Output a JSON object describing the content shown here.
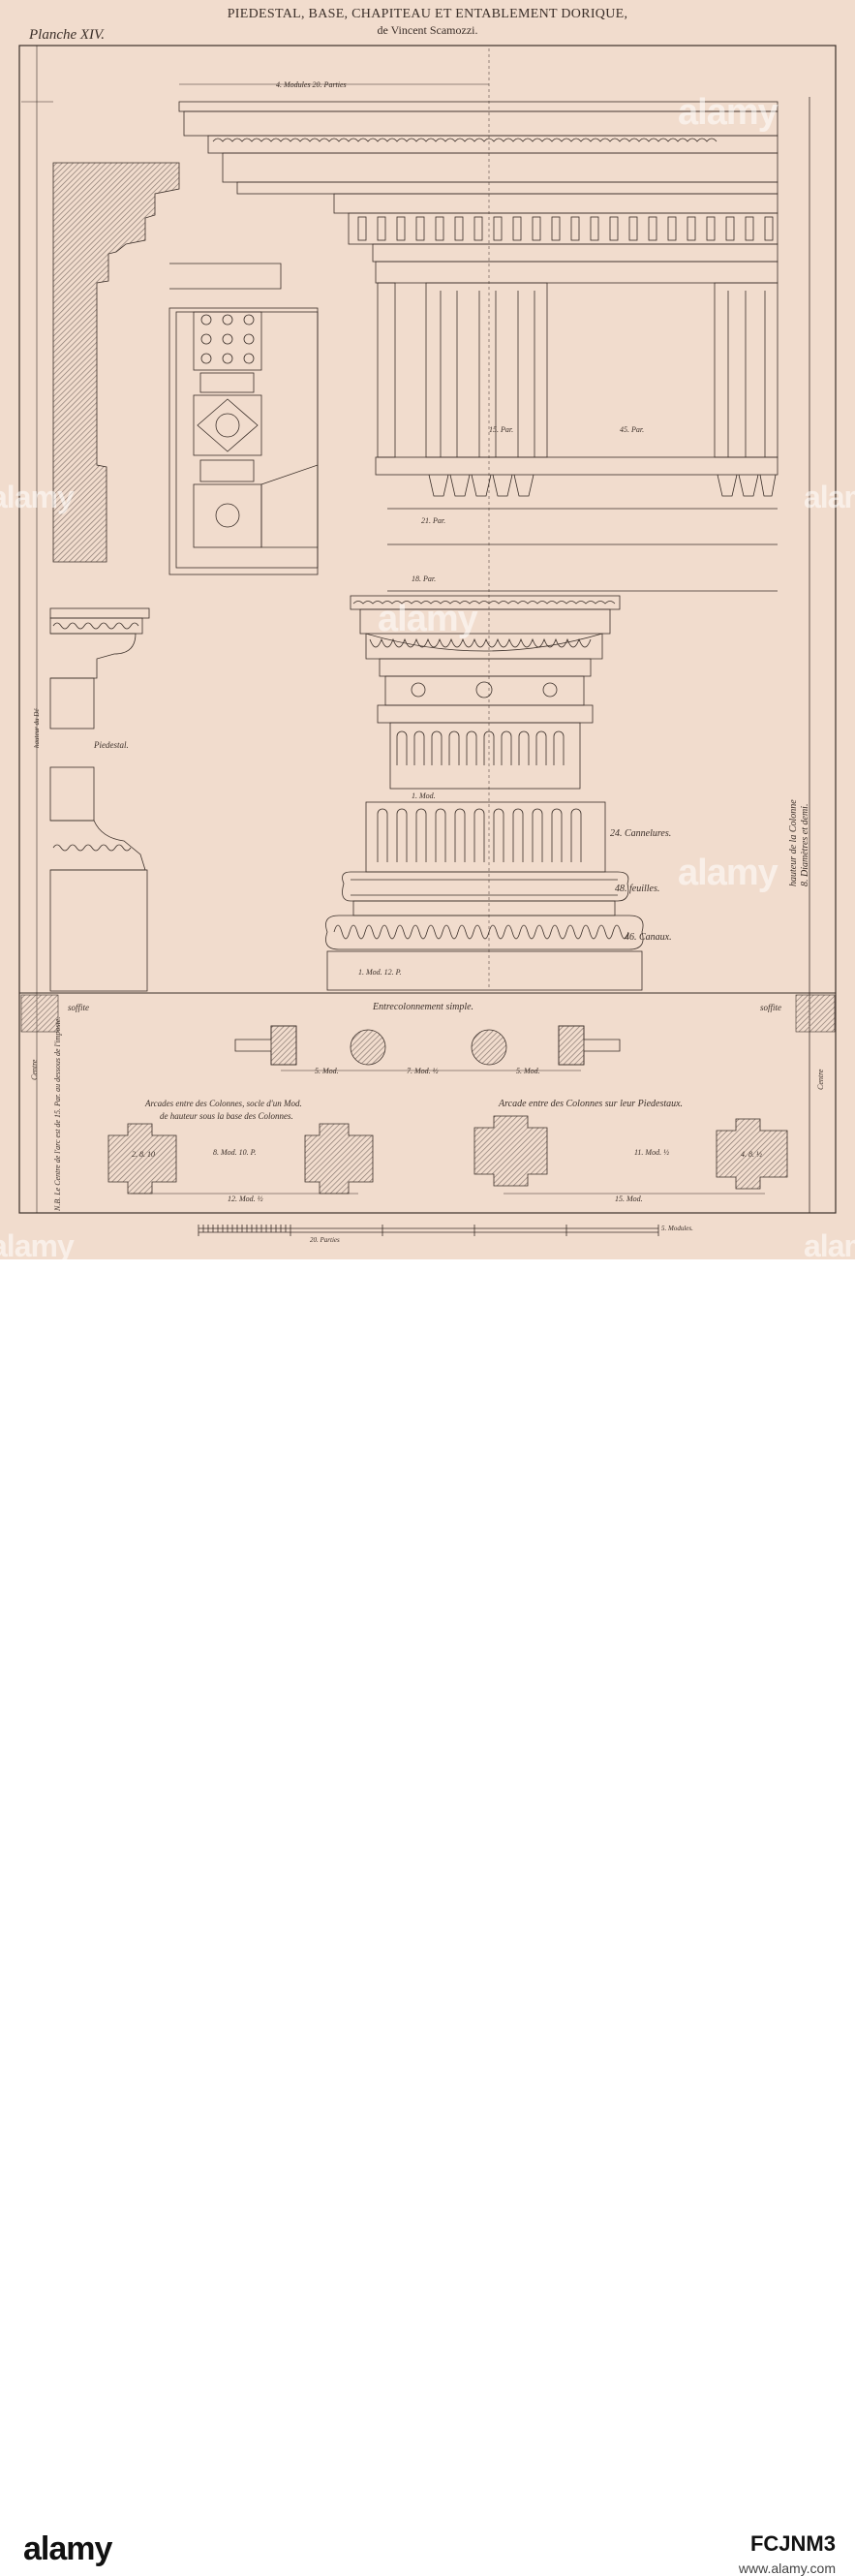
{
  "plate": {
    "title_line1": "PIEDESTAL, BASE, CHAPITEAU ET ENTABLEMENT DORIQUE,",
    "title_line2": "de Vincent Scamozzi.",
    "plate_number": "Planche XIV."
  },
  "labels": {
    "top_dim": "4. Modules  20. Parties",
    "piedestal": "Piedestal.",
    "hauteur_de": "hauteur du Dé",
    "cannelures": "24. Cannelures.",
    "feuilles": "48. feuilles.",
    "canaux": "46. Canaux.",
    "entrecolonnement": "Entrecolonnement simple.",
    "soffite_left": "soffite",
    "soffite_right": "soffite",
    "centre_left": "Centre",
    "centre_right": "Centre",
    "right_vertical_1": "hauteur de la Colonne",
    "right_vertical_2": "8. Diamètres et demi.",
    "arcades_left_1": "Arcades entre des Colonnes, socle d'un Mod.",
    "arcades_left_2": "de hauteur sous la base des Colonnes.",
    "arcade_right": "Arcade entre des Colonnes sur leur Piedestaux.",
    "left_vertical_note": "N.B. Le Centre de l'arc est de 15. Par. au dessous de l'imposte.",
    "scale_parts": "20. Parties",
    "scale_modules": "5. Modules.",
    "dim_3_7_par": "45. Par.",
    "dim_15_par": "15. Par.",
    "dim_1_mod": "1. Mod.",
    "dim_3_par": "18. Par.",
    "dim_21_par": "21. Par.",
    "dim_5_mod": "5. Mod.",
    "dim_7_mod": "7. Mod. ½",
    "dim_5_mod_b": "5. Mod.",
    "dim_8_mod": "8. Mod. 10. P.",
    "dim_11_mod": "11. Mod. ½",
    "dim_12_mod": "12. Mod. ½",
    "dim_15_mod": "15. Mod.",
    "dim_pier_left": "2. 8. 10",
    "dim_pier_right": "4. 8. ½",
    "dim_1_mod_12p": "1. Mod. 12. P."
  },
  "watermark": {
    "brand": "alamy",
    "image_id": "FCJNM3",
    "site": "www.alamy.com"
  },
  "colors": {
    "paper": "#f1dccd",
    "ink": "#3b2f29",
    "hatch": "#8a7a72"
  }
}
